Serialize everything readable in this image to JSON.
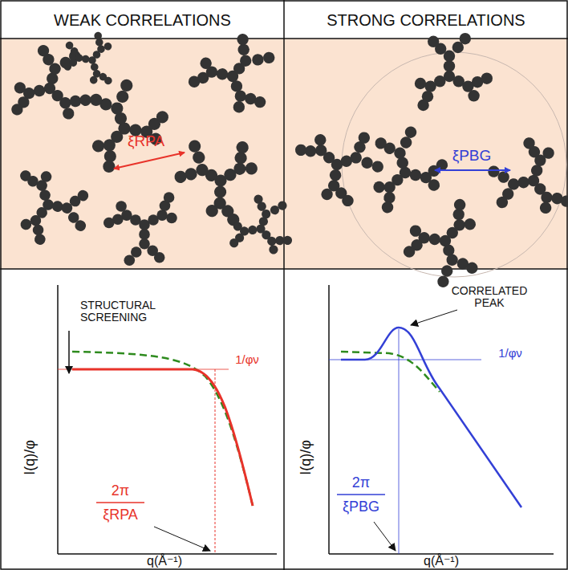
{
  "diagram": {
    "nodes": [
      {
        "text": [
          "WEAK CORRELATIONS"
        ]
      },
      {
        "text": [
          "STRONG CORRELATIONS"
        ]
      }
    ],
    "labels": [
      "ξRPA",
      "ξPBG",
      "STRUCTURAL SCREENING",
      "1/φν",
      "2π",
      "ξRPA",
      "I(q)/φ",
      "q(Å⁻¹)",
      "CORRELATED PEAK",
      "1/φν",
      "2π",
      "ξPBG",
      "I(q)/φ",
      "q(Å⁻¹)"
    ]
  }
}
